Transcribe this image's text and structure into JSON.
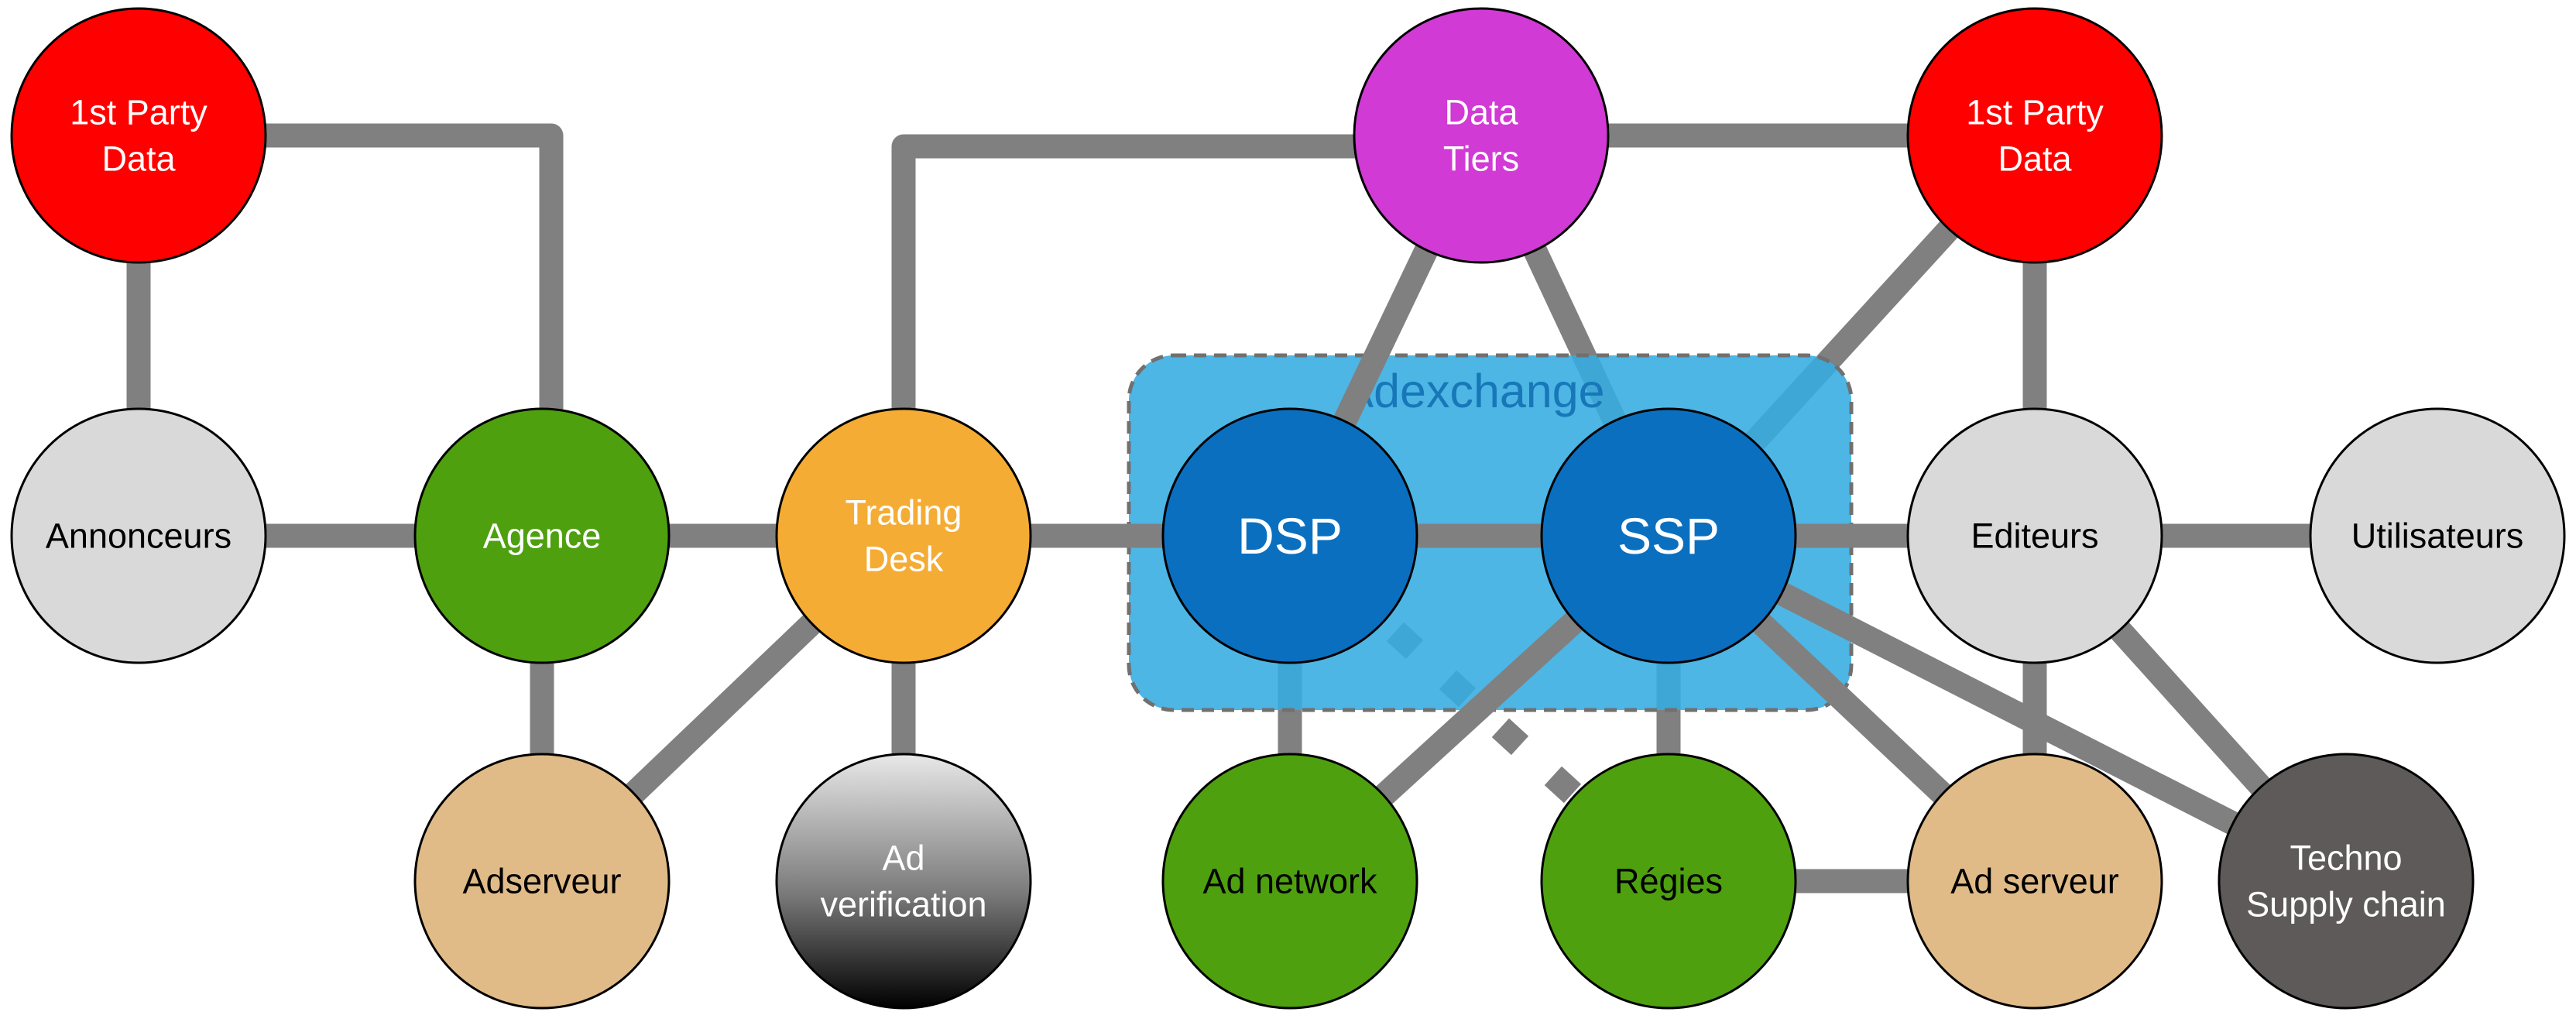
{
  "colors": {
    "connector": "#808080",
    "red": "#ff0000",
    "purple": "#d13ad4",
    "light_grey": "#d9d9d9",
    "green": "#4ea00f",
    "orange": "#f5ac34",
    "tan": "#e1bb87",
    "dark_blue": "#0b6fc0",
    "adexchange_fill": "#34ace0",
    "dark_grey": "#5e5a5a",
    "node_border": "#000000"
  },
  "adexchange": {
    "label": "Adexchange"
  },
  "nodes": [
    {
      "id": "party-data-left",
      "lines": [
        "1st Party",
        "Data"
      ],
      "fill": "red",
      "text": "white"
    },
    {
      "id": "data-tiers",
      "lines": [
        "Data",
        "Tiers"
      ],
      "fill": "purple",
      "text": "white"
    },
    {
      "id": "party-data-right",
      "lines": [
        "1st Party",
        "Data"
      ],
      "fill": "red",
      "text": "white"
    },
    {
      "id": "annonceurs",
      "lines": [
        "Annonceurs"
      ],
      "fill": "light_grey",
      "text": "black"
    },
    {
      "id": "agence",
      "lines": [
        "Agence"
      ],
      "fill": "green",
      "text": "white"
    },
    {
      "id": "trading-desk",
      "lines": [
        "Trading",
        "Desk"
      ],
      "fill": "orange",
      "text": "white"
    },
    {
      "id": "dsp",
      "lines": [
        "DSP"
      ],
      "fill": "dark_blue",
      "text": "white",
      "big": true
    },
    {
      "id": "ssp",
      "lines": [
        "SSP"
      ],
      "fill": "dark_blue",
      "text": "white",
      "big": true
    },
    {
      "id": "editeurs",
      "lines": [
        "Editeurs"
      ],
      "fill": "light_grey",
      "text": "black"
    },
    {
      "id": "utilisateurs",
      "lines": [
        "Utilisateurs"
      ],
      "fill": "light_grey",
      "text": "black"
    },
    {
      "id": "adserveur",
      "lines": [
        "Adserveur"
      ],
      "fill": "tan",
      "text": "black"
    },
    {
      "id": "ad-verification",
      "lines": [
        "Ad",
        "verification"
      ],
      "fill": "verif_gradient",
      "text": "white"
    },
    {
      "id": "ad-network",
      "lines": [
        "Ad network"
      ],
      "fill": "green",
      "text": "black"
    },
    {
      "id": "regies",
      "lines": [
        "Régies"
      ],
      "fill": "green",
      "text": "black"
    },
    {
      "id": "ad-serveur",
      "lines": [
        "Ad serveur"
      ],
      "fill": "tan",
      "text": "black"
    },
    {
      "id": "techno-supply-chain",
      "lines": [
        "Techno",
        "Supply chain"
      ],
      "fill": "dark_grey",
      "text": "white"
    }
  ],
  "connections": [
    {
      "from": "party-data-left",
      "to": "annonceurs"
    },
    {
      "from": "party-data-left",
      "to": "agence",
      "route": "elbow"
    },
    {
      "from": "annonceurs",
      "to": "agence"
    },
    {
      "from": "agence",
      "to": "trading-desk"
    },
    {
      "from": "agence",
      "to": "adserveur"
    },
    {
      "from": "trading-desk",
      "to": "adserveur"
    },
    {
      "from": "trading-desk",
      "to": "ad-verification"
    },
    {
      "from": "trading-desk",
      "to": "data-tiers",
      "route": "elbow"
    },
    {
      "from": "trading-desk",
      "to": "dsp"
    },
    {
      "from": "data-tiers",
      "to": "party-data-right"
    },
    {
      "from": "data-tiers",
      "to": "dsp"
    },
    {
      "from": "data-tiers",
      "to": "ssp"
    },
    {
      "from": "party-data-right",
      "to": "ssp"
    },
    {
      "from": "party-data-right",
      "to": "editeurs"
    },
    {
      "from": "dsp",
      "to": "ssp"
    },
    {
      "from": "dsp",
      "to": "ad-network"
    },
    {
      "from": "dsp",
      "to": "regies",
      "style": "dashed"
    },
    {
      "from": "ssp",
      "to": "editeurs"
    },
    {
      "from": "ssp",
      "to": "ad-network"
    },
    {
      "from": "ssp",
      "to": "regies"
    },
    {
      "from": "ssp",
      "to": "ad-serveur"
    },
    {
      "from": "ssp",
      "to": "techno-supply-chain"
    },
    {
      "from": "editeurs",
      "to": "utilisateurs"
    },
    {
      "from": "editeurs",
      "to": "ad-serveur"
    },
    {
      "from": "editeurs",
      "to": "techno-supply-chain"
    },
    {
      "from": "regies",
      "to": "ad-serveur"
    }
  ]
}
